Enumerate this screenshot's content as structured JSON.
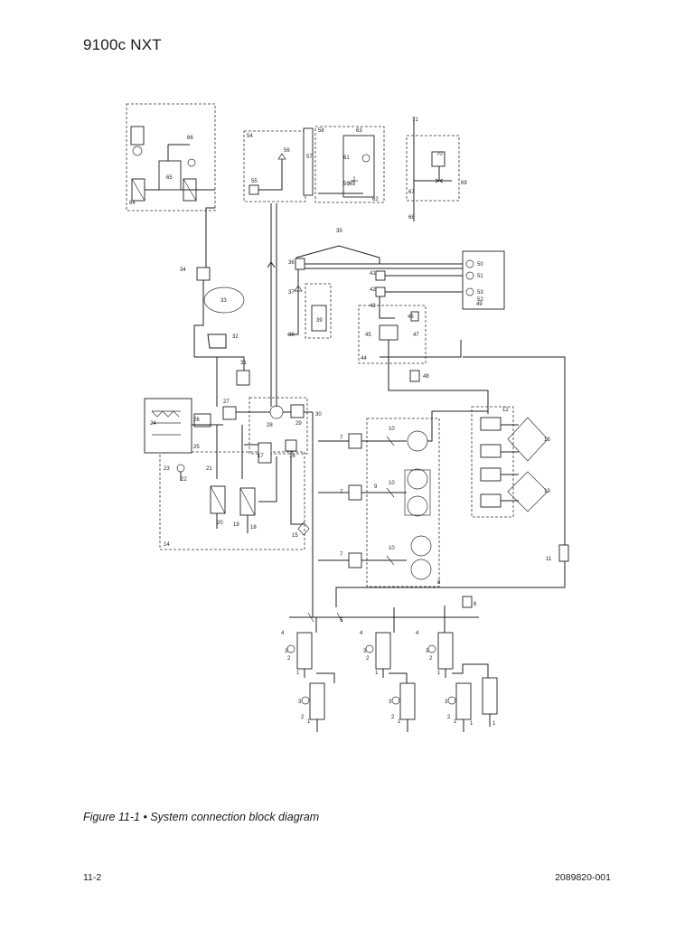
{
  "header": {
    "title": "9100c NXT"
  },
  "figure": {
    "caption": "Figure 11-1 • System connection block diagram"
  },
  "footer": {
    "page_number": "11-2",
    "document_number": "2089820-001"
  },
  "diagram": {
    "labels": [
      "1",
      "2",
      "3",
      "4",
      "5",
      "6",
      "7",
      "8",
      "9",
      "10",
      "11",
      "12",
      "13",
      "14",
      "15",
      "16",
      "17",
      "18",
      "19",
      "20",
      "21",
      "22",
      "23",
      "24",
      "25",
      "26",
      "27",
      "28",
      "29",
      "30",
      "31",
      "32",
      "33",
      "34",
      "35",
      "36",
      "37",
      "38",
      "39",
      "40",
      "41",
      "42",
      "43",
      "44",
      "45",
      "46",
      "47",
      "48",
      "49",
      "50",
      "51",
      "52",
      "53",
      "54",
      "55",
      "56",
      "57",
      "58",
      "59",
      "60",
      "61",
      "62",
      "63",
      "64",
      "65",
      "66",
      "67",
      "68",
      "69",
      "70",
      "71"
    ]
  }
}
